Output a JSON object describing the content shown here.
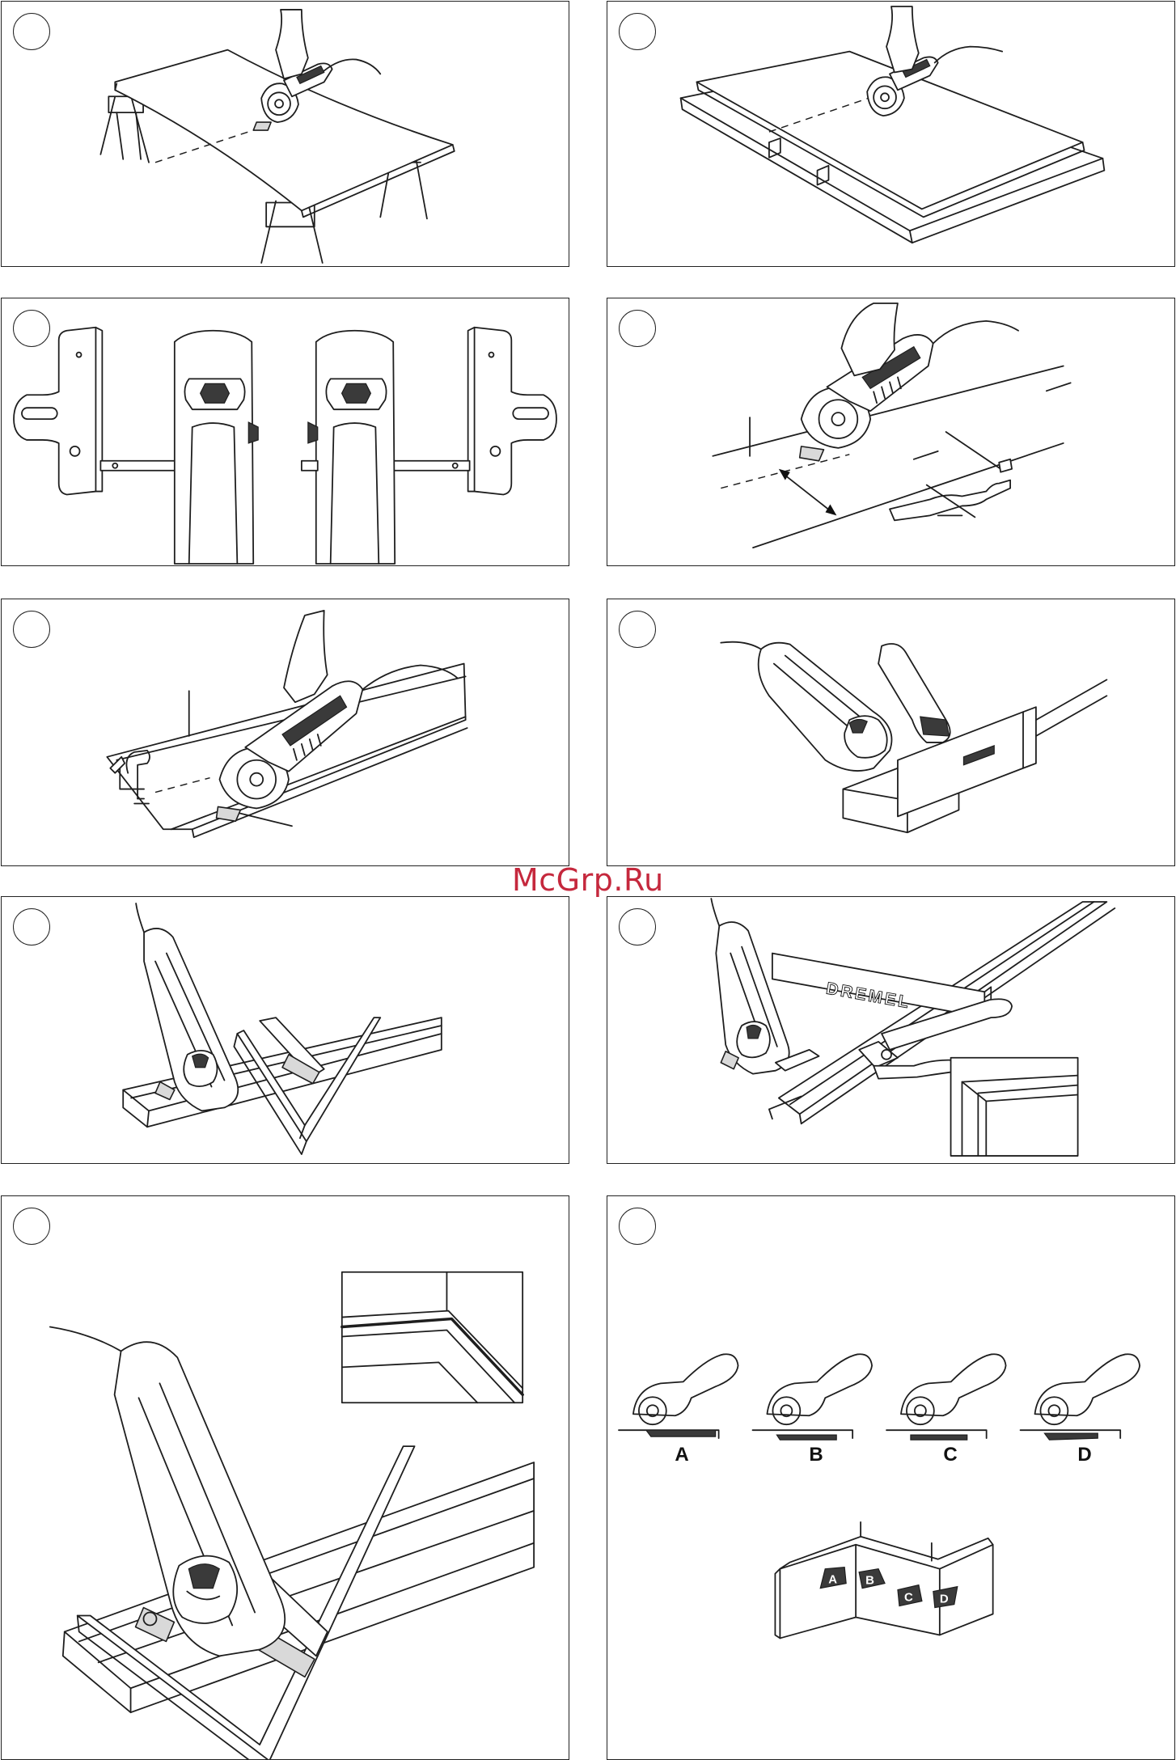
{
  "watermark": {
    "text": "McGrp.Ru",
    "color": "#c5283d"
  },
  "panels": [
    {
      "id": "panel-1",
      "depicts": "saw-on-sawhorse-board"
    },
    {
      "id": "panel-2",
      "depicts": "saw-on-supported-sheet"
    },
    {
      "id": "panel-3",
      "depicts": "parallel-guide-left-right"
    },
    {
      "id": "panel-4",
      "depicts": "saw-with-parallel-guide"
    },
    {
      "id": "panel-5",
      "depicts": "saw-along-clamped-straightedge"
    },
    {
      "id": "panel-6",
      "depicts": "saw-with-clamp-on-wood"
    },
    {
      "id": "panel-7",
      "depicts": "saw-with-mitre-guide"
    },
    {
      "id": "panel-8",
      "depicts": "saw-with-guide-rail-and-clamp"
    },
    {
      "id": "panel-9",
      "depicts": "mitre-cut-closeup-with-corner-inset"
    },
    {
      "id": "panel-10",
      "depicts": "bevel-cut-sequence"
    }
  ],
  "guide_rail": {
    "brand": "DREMEL"
  },
  "bevel_steps": {
    "labels": [
      "A",
      "B",
      "C",
      "D"
    ]
  }
}
